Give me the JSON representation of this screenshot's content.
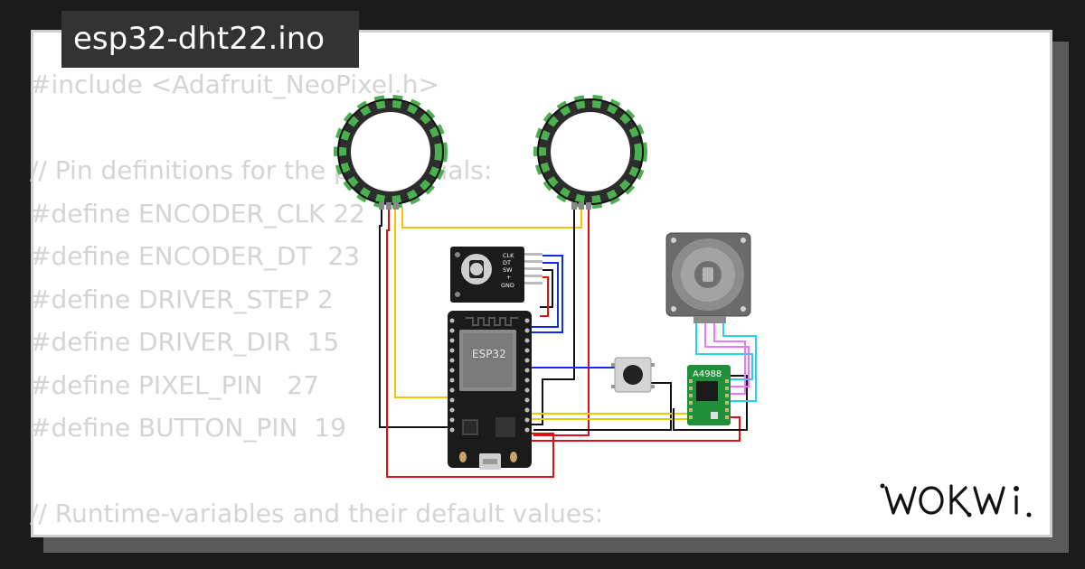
{
  "project": {
    "filename": "esp32-dht22.ino"
  },
  "code_lines": [
    "#include <Adafruit_NeoPixel.h>",
    "",
    "// Pin definitions for the peripherials:",
    "#define ENCODER_CLK 22",
    "#define ENCODER_DT  23",
    "#define DRIVER_STEP 2",
    "#define DRIVER_DIR  15",
    "#define PIXEL_PIN   27",
    "#define BUTTON_PIN  19",
    "",
    "// Runtime-variables and their default values:"
  ],
  "components": {
    "esp32_label": "ESP32",
    "driver_label": "A4988",
    "encoder_pins": [
      "CLK",
      "DT",
      "SW",
      "+",
      "GND"
    ]
  },
  "brand": {
    "logo_text": "WOKWi"
  },
  "colors": {
    "background": "#1a1a1a",
    "card": "#ffffff",
    "code_text": "#d4d4d4",
    "badge": "#333333",
    "wire_red": "#e01010",
    "wire_black": "#111111",
    "wire_yellow": "#f3c400",
    "wire_blue": "#1030e0",
    "wire_cyan": "#22d3ee",
    "wire_pink": "#e879f9",
    "board_green": "#1f8f3a"
  }
}
